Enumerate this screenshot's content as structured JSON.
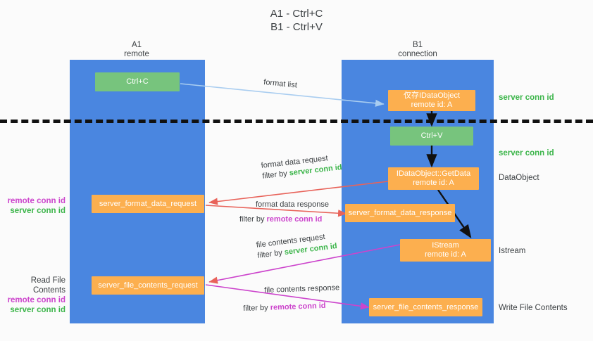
{
  "title": "A1 - Ctrl+C\nB1 - Ctrl+V",
  "columns": [
    {
      "name": "A1",
      "sub": "remote",
      "header": "A1\nremote"
    },
    {
      "name": "B1",
      "sub": "connection",
      "header": "B1\nconnection"
    }
  ],
  "boxes": {
    "ctrl_c": "Ctrl+C",
    "ctrl_v": "Ctrl+V",
    "idataobject_saved": "仅存IDataObject\nremote id: A",
    "idataobject_getdata": "IDataObject::GetData\nremote id: A",
    "istream": "IStream\nremote id: A",
    "server_format_data_request": "server_format_data_request",
    "server_format_data_response": "server_format_data_response",
    "server_file_contents_request": "server_file_contents_request",
    "server_file_contents_response": "server_file_contents_response"
  },
  "right_labels": {
    "server_conn_id_top": "server conn id",
    "server_conn_id_second": "server conn id",
    "dataobject": "DataObject",
    "istream": "Istream",
    "write_file_contents": "Write File Contents"
  },
  "left_labels": {
    "remote_conn_id_1": "remote conn id",
    "server_conn_id_1": "server conn id",
    "read_file_contents": "Read File Contents",
    "remote_conn_id_2": "remote conn id",
    "server_conn_id_2": "server conn id"
  },
  "arrow_labels": {
    "format_list": "format list",
    "format_data_request": "format data request",
    "format_data_request_filter_prefix": "filter by ",
    "format_data_request_filter_value": "server conn id",
    "format_data_response": "format data response",
    "format_data_response_filter_prefix": "filter by ",
    "format_data_response_filter_value": "remote conn id",
    "file_contents_request": "file contents request",
    "file_contents_request_filter_prefix": "filter by ",
    "file_contents_request_filter_value": "server conn id",
    "file_contents_response": "file contents response",
    "file_contents_response_filter_prefix": "filter by ",
    "file_contents_response_filter_value": "remote conn id"
  },
  "colors": {
    "lane": "#4a86e0",
    "green_box": "#77c47d",
    "orange_box": "#fcaf4f",
    "red_arrow": "#e8635a",
    "magenta_arrow": "#cc44cc",
    "blue_arrow": "#a9cdf0",
    "black_arrow": "#111111",
    "green_text": "#3cb54a",
    "magenta_text": "#cc44cc",
    "background": "#fbfbfb"
  }
}
